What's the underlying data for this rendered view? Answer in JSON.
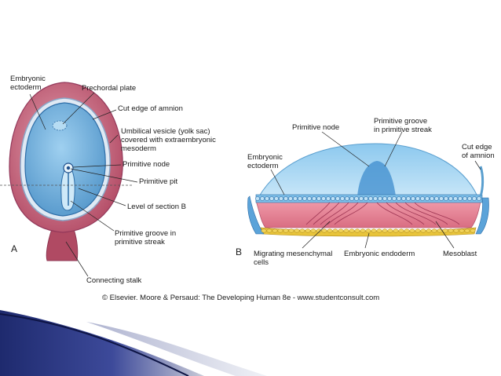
{
  "figure_a": {
    "panel_label": "A",
    "labels": {
      "embryonic_ectoderm": "Embryonic\nectoderm",
      "prechordal_plate": "Prechordal plate",
      "cut_edge_amnion": "Cut edge of amnion",
      "umbilical_vesicle": "Umbilical vesicle (yolk sac)\ncovered with extraembryonic\nmesoderm",
      "primitive_node": "Primitive node",
      "primitive_pit": "Primitive pit",
      "level_of_section": "Level of section B",
      "primitive_groove": "Primitive groove in\nprimitive streak",
      "connecting_stalk": "Connecting stalk"
    }
  },
  "figure_b": {
    "panel_label": "B",
    "labels": {
      "primitive_node": "Primitive node",
      "primitive_groove": "Primitive groove\nin primitive streak",
      "embryonic_ectoderm": "Embryonic\nectoderm",
      "cut_edge_amnion": "Cut edge\nof amnion",
      "migrating_cells": "Migrating mesenchymal\ncells",
      "embryonic_endoderm": "Embryonic endoderm",
      "mesoblast": "Mesoblast"
    }
  },
  "credit": "© Elsevier. Moore & Persaud: The Developing Human 8e - www.studentconsult.com",
  "colors": {
    "amnion_outer": "#b24a63",
    "amnion_inner": "#e6a3b1",
    "ectoderm_blue": "#6fb2df",
    "ectoderm_light": "#bfe1f5",
    "mesoderm_pink": "#e59aa8",
    "endoderm_yellow": "#e8c43a",
    "accent_navy": "#1e2a6e"
  }
}
